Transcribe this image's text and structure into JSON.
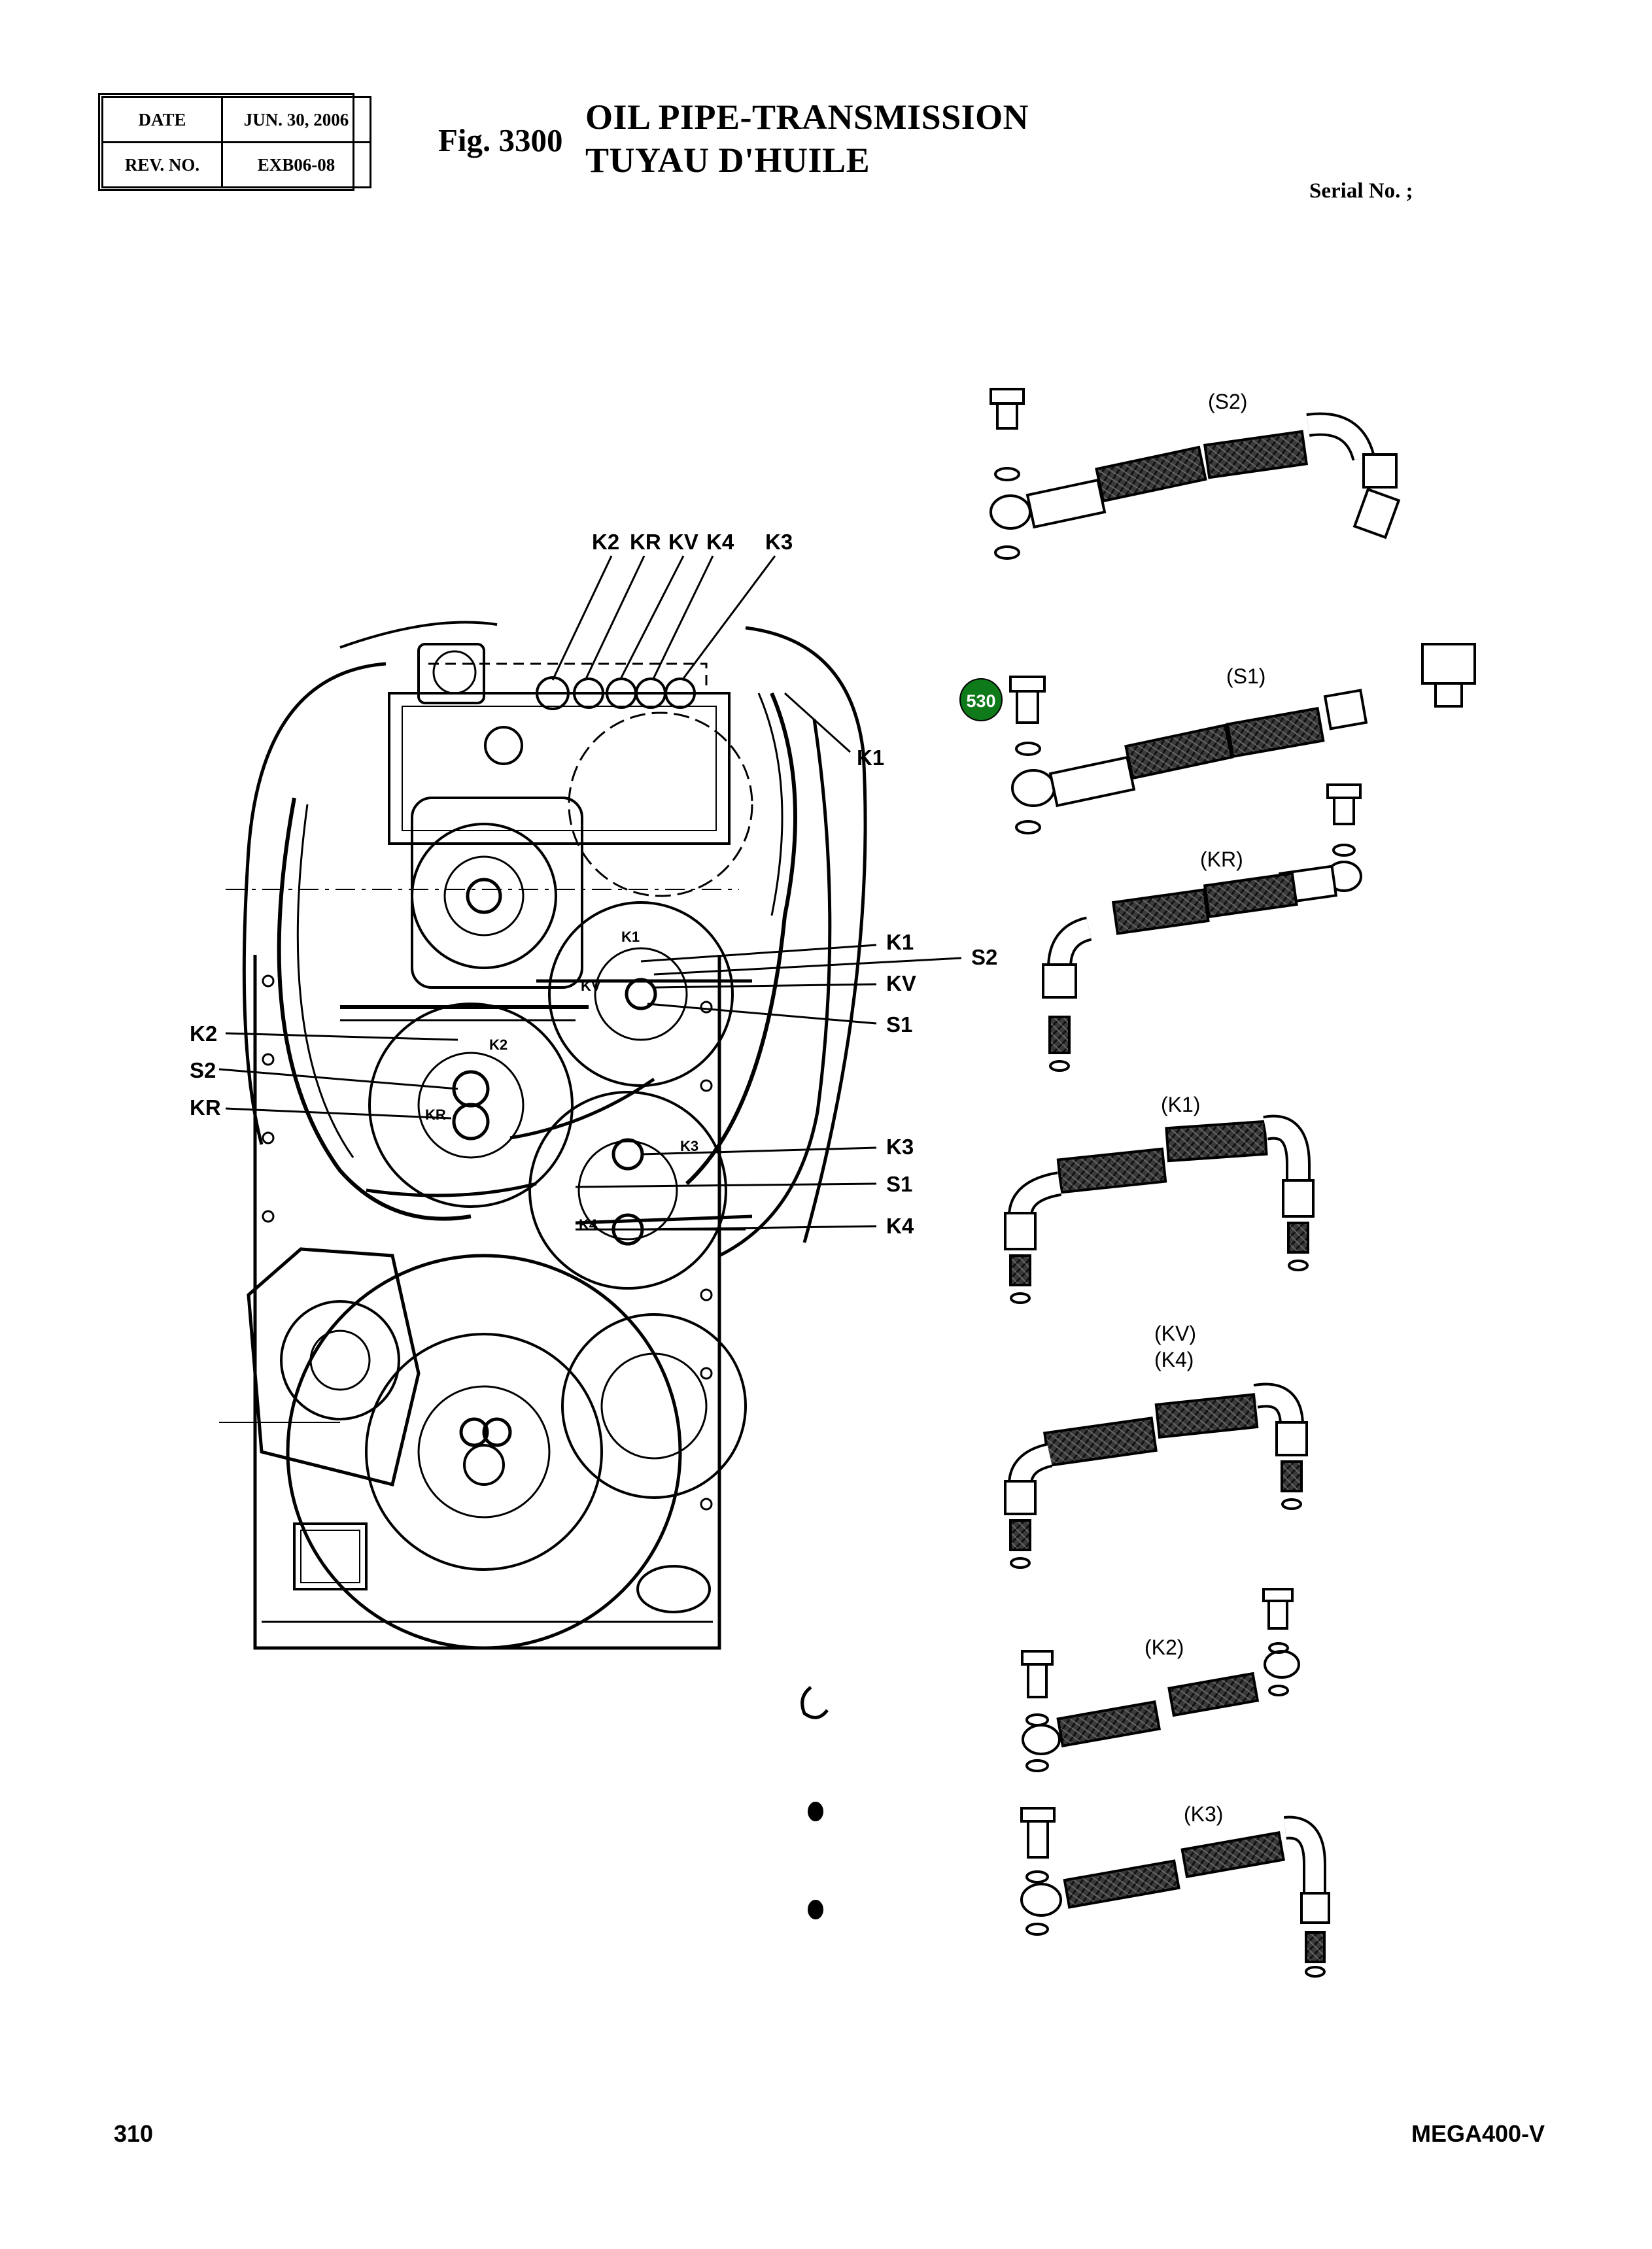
{
  "header": {
    "date_label": "DATE",
    "date_value": "JUN. 30, 2006",
    "rev_label": "REV. NO.",
    "rev_value": "EXB06-08",
    "fig_number": "Fig. 3300",
    "title_en": "OIL PIPE-TRANSMISSION",
    "title_fr": "TUYAU D'HUILE",
    "serial": "Serial No. ;"
  },
  "diagram": {
    "top_callouts": [
      "K2",
      "KR",
      "KV",
      "K4",
      "K3"
    ],
    "right_callouts": [
      "K1",
      "S2",
      "KV",
      "S1",
      "K3",
      "S1",
      "K4"
    ],
    "top_right_callout": "K1",
    "left_callouts": [
      "K2",
      "S2",
      "KR"
    ],
    "housing_labels": [
      "K1",
      "KV",
      "K2",
      "KR",
      "K3",
      "K4"
    ],
    "hoses": [
      {
        "label": "(S2)"
      },
      {
        "label": "(S1)"
      },
      {
        "label": "(KR)"
      },
      {
        "label": "(K1)"
      },
      {
        "label": "(KV)",
        "label2": "(K4)"
      },
      {
        "label": "(K2)"
      },
      {
        "label": "(K3)"
      }
    ],
    "part_badge": {
      "number": "530",
      "color": "#0e7a1a"
    }
  },
  "footer": {
    "page": "310",
    "model": "MEGA400-V"
  }
}
